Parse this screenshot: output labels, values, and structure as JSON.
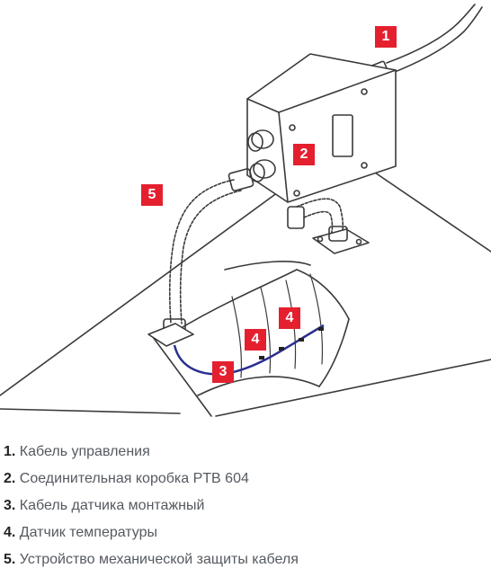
{
  "badges": {
    "b1": "1",
    "b2": "2",
    "b3": "3",
    "b4a": "4",
    "b4b": "4",
    "b5": "5"
  },
  "legend": [
    {
      "num": "1.",
      "text": "Кабель управления"
    },
    {
      "num": "2.",
      "text": "Соединительная коробка PTB 604"
    },
    {
      "num": "3.",
      "text": "Кабель датчика монтажный"
    },
    {
      "num": "4.",
      "text": "Датчик температуры"
    },
    {
      "num": "5.",
      "text": "Устройство механической защиты кабеля"
    }
  ],
  "colors": {
    "badge": "#e4202f",
    "line": "#3a3a3a",
    "sensor_cable": "#2a2f8f",
    "legend_text": "#555a60"
  }
}
